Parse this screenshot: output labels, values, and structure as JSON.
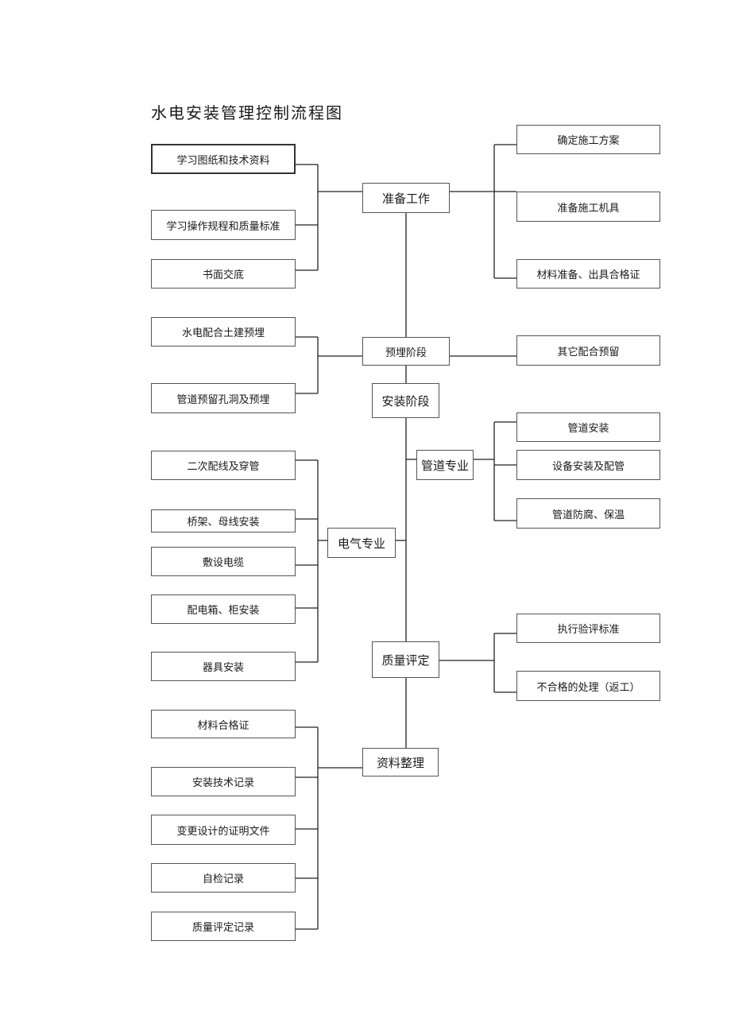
{
  "title": "水电安装管理控制流程图",
  "nodes": {
    "prep": "准备工作",
    "prep_study_drawings": "学习图纸和技术资料",
    "prep_study_rules": "学习操作规程和质量标准",
    "prep_written_briefing": "书面交底",
    "prep_construction_plan": "确定施工方案",
    "prep_tools": "准备施工机具",
    "prep_materials": "材料准备、出具合格证",
    "embed": "预埋阶段",
    "embed_civil": "水电配合土建预埋",
    "embed_holes": "管道预留孔洞及预埋",
    "embed_other": "其它配合预留",
    "install": "安装阶段",
    "pipe": "管道专业",
    "pipe_install": "管道安装",
    "pipe_equipment": "设备安装及配管",
    "pipe_anticorrosion": "管道防腐、保温",
    "elec": "电气专业",
    "elec_wiring": "二次配线及穿管",
    "elec_bridge": "桥架、母线安装",
    "elec_cable": "敷设电缆",
    "elec_cabinet": "配电箱、柜安装",
    "elec_fixture": "器具安装",
    "quality": "质量评定",
    "quality_standard": "执行验评标准",
    "quality_rework": "不合格的处理（返工）",
    "docs": "资料整理",
    "docs_certificate": "材料合格证",
    "docs_record": "安装技术记录",
    "docs_change": "变更设计的证明文件",
    "docs_selfcheck": "自检记录",
    "docs_quality": "质量评定记录"
  }
}
